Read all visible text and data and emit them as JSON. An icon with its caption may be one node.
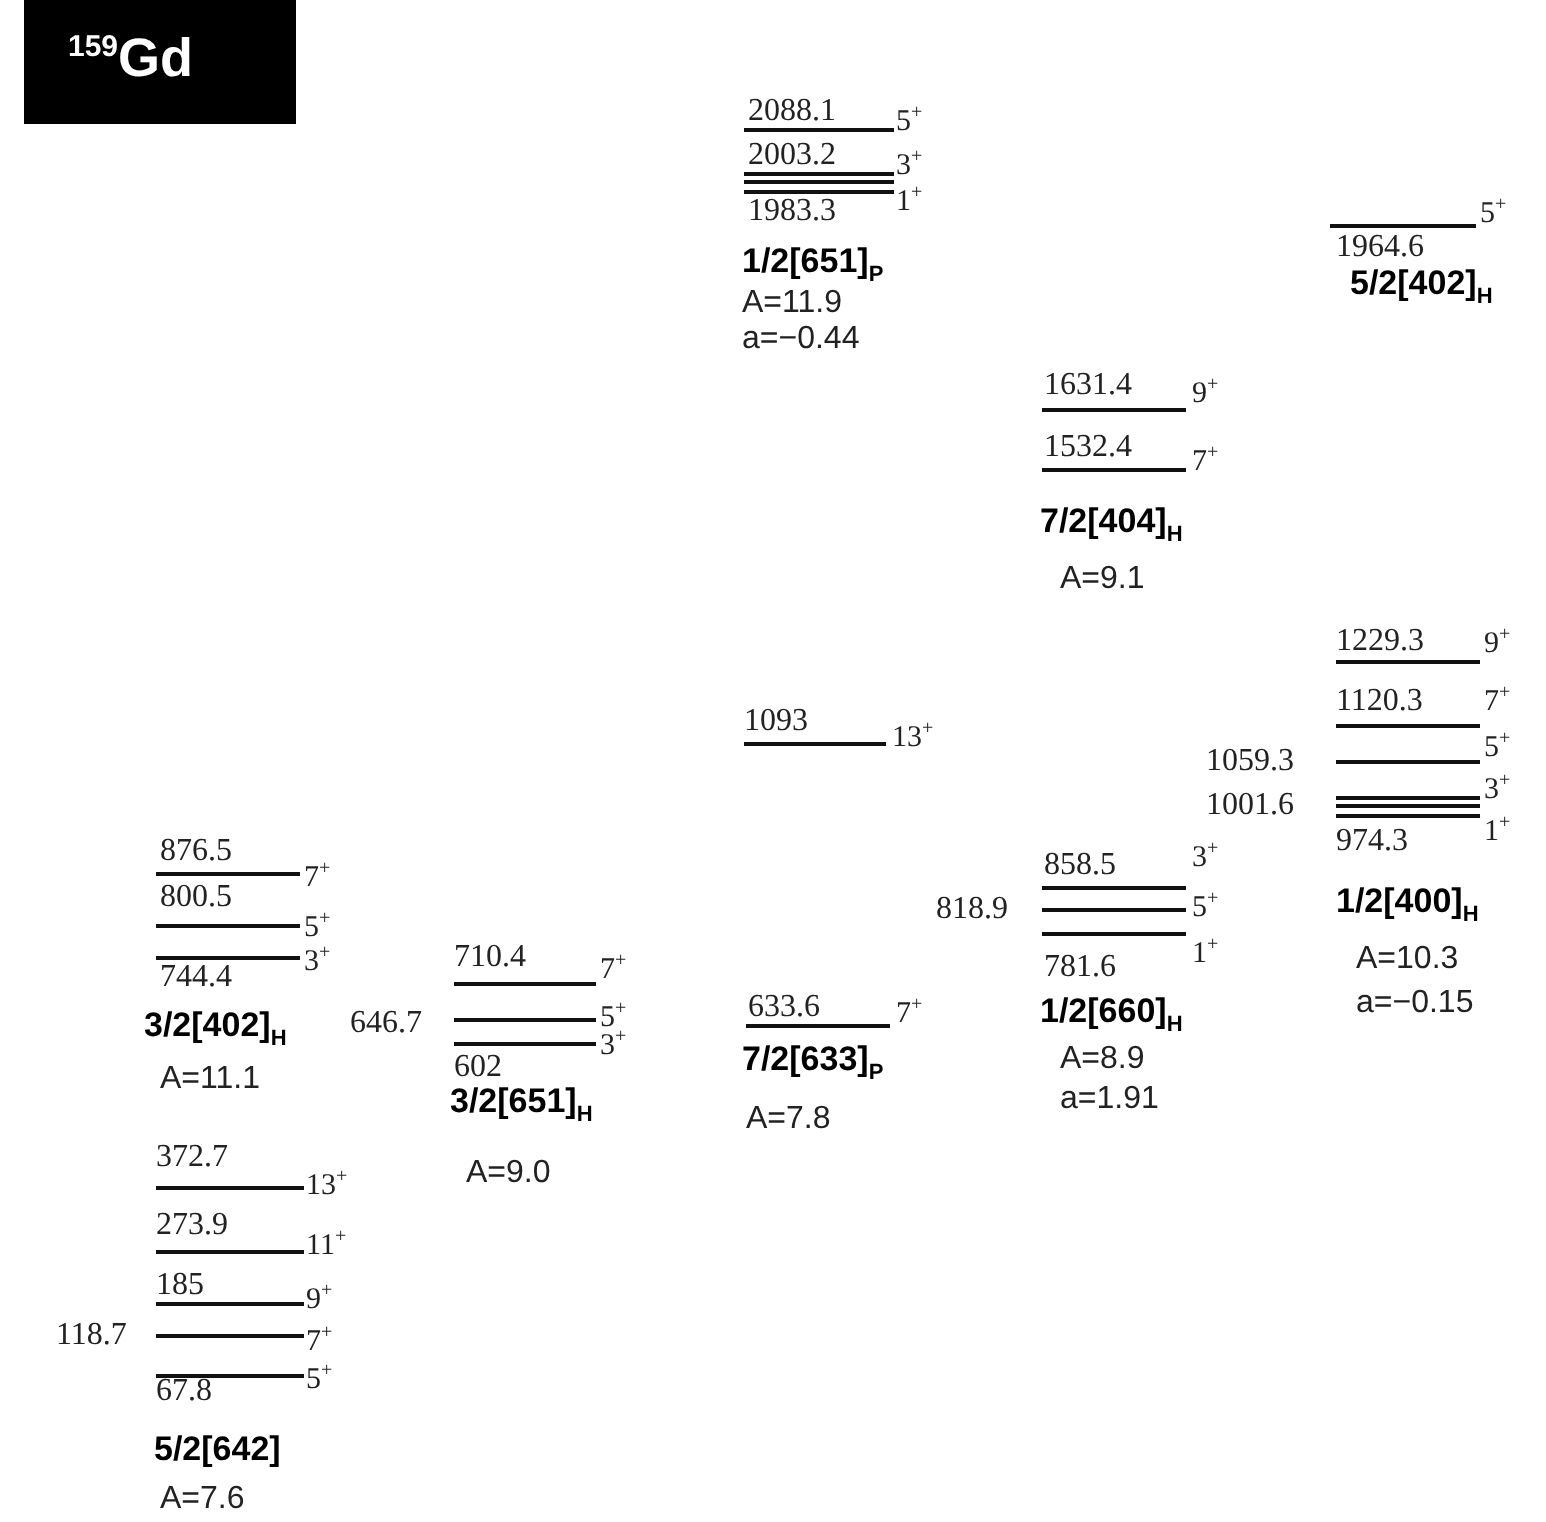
{
  "diagram": {
    "title": "$^{159}$Gd",
    "labels": [
      "2088.1",
      "5$^{+}$",
      "2003.2",
      "3$^{+}$",
      "1983.3",
      "1$^{+}$",
      "1/2[651]$_{P}$",
      "A=11.9",
      "a=−0.44",
      "5$^{+}$",
      "1964.6",
      "5/2[402]$_{H}$",
      "1631.4",
      "9$^{+}$",
      "1532.4",
      "7$^{+}$",
      "7/2[404]$_{H}$",
      "A=9.1",
      "1229.3",
      "9$^{+}$",
      "1120.3",
      "7$^{+}$",
      "1059.3",
      "5$^{+}$",
      "1001.6",
      "3$^{+}$",
      "974.3",
      "1$^{+}$",
      "1/2[400]$_{H}$",
      "A=10.3",
      "a=−0.15",
      "1093",
      "13$^{+}$",
      "858.5",
      "3$^{+}$",
      "818.9",
      "5$^{+}$",
      "781.6",
      "1$^{+}$",
      "1/2[660]$_{H}$",
      "A=8.9",
      "a=1.91",
      "633.6",
      "7$^{+}$",
      "7/2[633]$_{P}$",
      "A=7.8",
      "876.5",
      "7$^{+}$",
      "800.5",
      "5$^{+}$",
      "3$^{+}$",
      "744.4",
      "3/2[402]$_{H}$",
      "A=11.1",
      "710.4",
      "7$^{+}$",
      "646.7",
      "5$^{+}$",
      "3$^{+}$",
      "602",
      "3/2[651]$_{H}$",
      "A=9.0",
      "372.7",
      "13$^{+}$",
      "273.9",
      "11$^{+}$",
      "185",
      "9$^{+}$",
      "118.7",
      "7$^{+}$",
      "67.8",
      "5$^{+}$",
      "5/2[642]",
      "A=7.6"
    ]
  }
}
